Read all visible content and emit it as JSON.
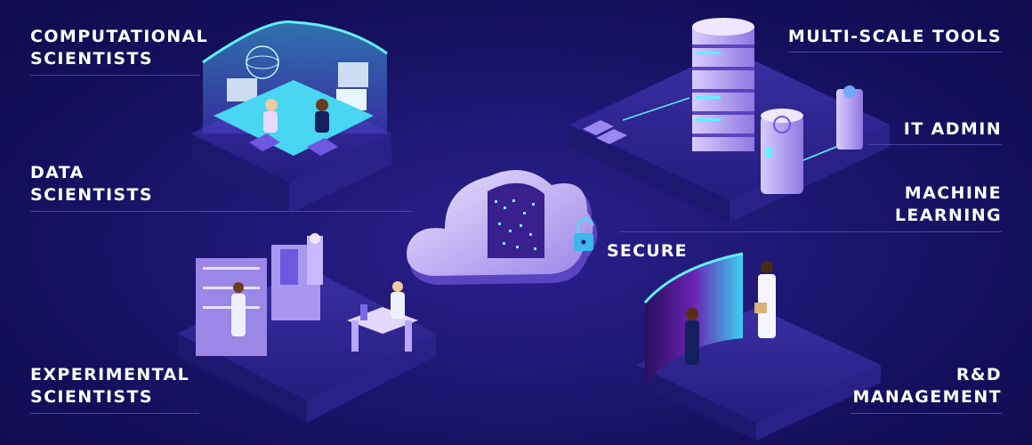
{
  "labels": {
    "computational": [
      "COMPUTATIONAL",
      "SCIENTISTS"
    ],
    "data": [
      "DATA",
      "SCIENTISTS"
    ],
    "experimental": [
      "EXPERIMENTAL",
      "SCIENTISTS"
    ],
    "multiscale": [
      "MULTI-SCALE TOOLS"
    ],
    "itadmin": [
      "IT ADMIN"
    ],
    "ml": [
      "MACHINE",
      "LEARNING"
    ],
    "rnd": [
      "R&D",
      "MANAGEMENT"
    ],
    "secure": "SECURE"
  },
  "colors": {
    "background": "#1a1470",
    "platform": "#2e2690",
    "accent_cyan": "#35d6f5",
    "accent_violet": "#b9a7ff"
  },
  "icons": [
    "lock-icon",
    "cloud-icon",
    "server-icon",
    "microscope-icon"
  ]
}
